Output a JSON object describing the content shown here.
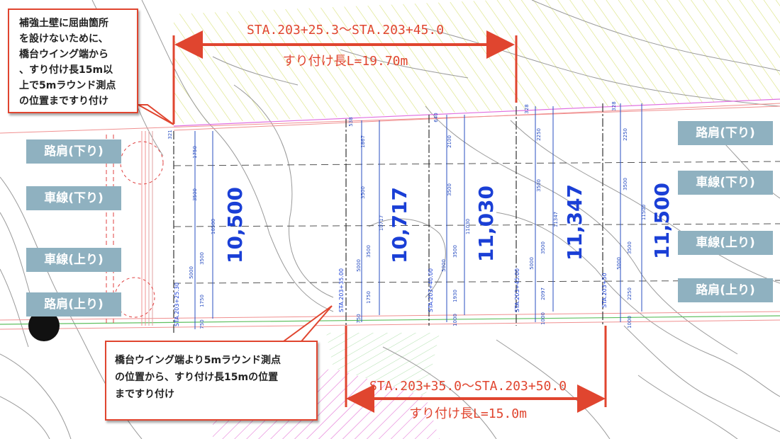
{
  "callouts": {
    "top_left": "補強土壁に屈曲箇所\nを設けないために、\n橋台ウイング端から\n、すり付け長15m以\n上で5mラウンド測点\nの位置まですり付け",
    "bottom": "橋台ウイング端より5mラウンド測点\nの位置から、すり付け長15mの位置\nまですり付け"
  },
  "spans": {
    "top_station": "STA.203+25.3～STA.203+45.0",
    "top_length": "すり付け長L=19.70m",
    "bottom_station": "STA.203+35.0～STA.203+50.0",
    "bottom_length": "すり付け長L=15.0m"
  },
  "lane_labels": {
    "shoulder_down": "路肩(下り)",
    "lane_down": "車線(下り)",
    "lane_up": "車線(上り)",
    "shoulder_up": "路肩(上り)"
  },
  "widths": [
    "10,500",
    "10,717",
    "11,030",
    "11,347",
    "11,500"
  ],
  "sections": [
    {
      "sta": "STA.203+25.30",
      "total": "10500",
      "dims": [
        "321",
        "1750",
        "3500",
        "3500",
        "5000",
        "1750",
        "750"
      ]
    },
    {
      "sta": "STA.203+35.00",
      "total": "10717",
      "dims": [
        "538",
        "1867",
        "3500",
        "3500",
        "5000",
        "1750",
        "750"
      ]
    },
    {
      "sta": "STA.203+40.00",
      "total": "11030",
      "dims": [
        "640",
        "2100",
        "3500",
        "3500",
        "5000",
        "1930",
        "1000"
      ]
    },
    {
      "sta": "STA.203+45.00",
      "total": "11347",
      "dims": [
        "328",
        "2250",
        "3500",
        "3500",
        "5000",
        "2097",
        "1000"
      ]
    },
    {
      "sta": "STA.203+50",
      "total": "11500",
      "dims": [
        "328",
        "2250",
        "3500",
        "3500",
        "5000",
        "2250",
        "1000"
      ]
    }
  ],
  "colors": {
    "accent_red": "#e0452f",
    "width_blue": "#1a3fd6",
    "label_bg": "#8fb1c0",
    "dim_blue": "#2a4fc2"
  }
}
